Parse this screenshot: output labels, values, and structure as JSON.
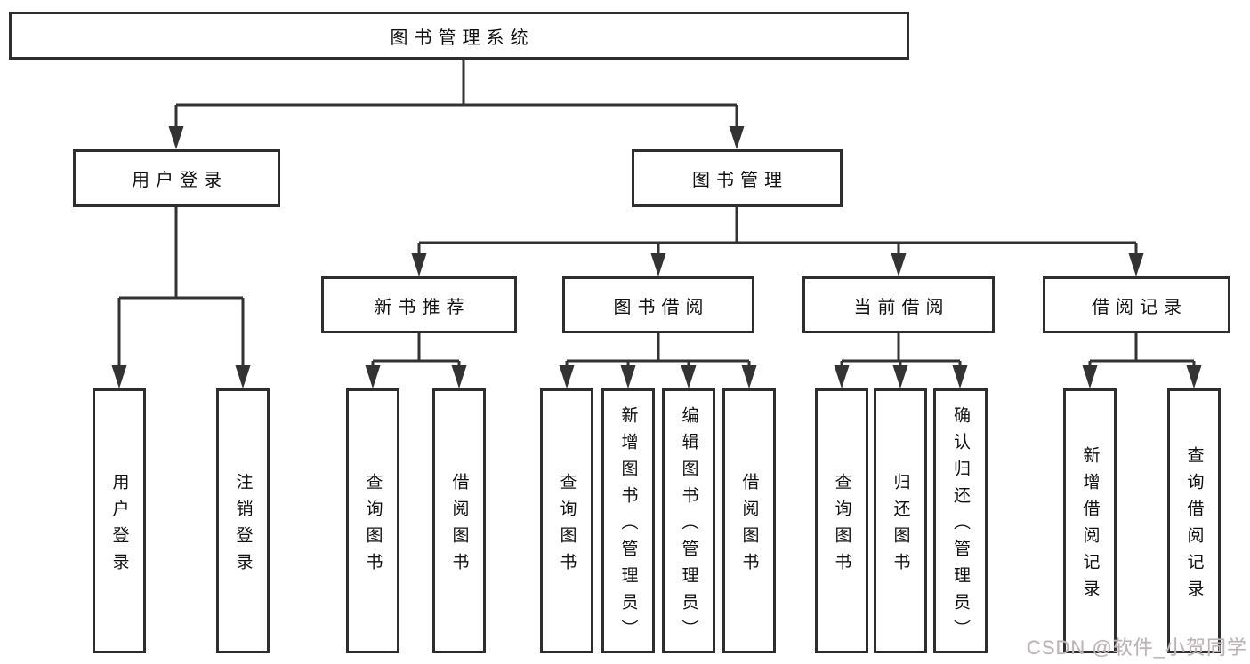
{
  "nodes": {
    "root": "图书管理系统",
    "level2": [
      "用户登录",
      "图书管理"
    ],
    "level3": [
      "新书推荐",
      "图书借阅",
      "当前借阅",
      "借阅记录"
    ],
    "leaves_user": [
      "用户登录",
      "注销登录"
    ],
    "leaves_newbook": [
      "查询图书",
      "借阅图书"
    ],
    "leaves_borrow": [
      "查询图书",
      "新增图书（管理员）",
      "编辑图书（管理员）",
      "借阅图书"
    ],
    "leaves_current": [
      "查询图书",
      "归还图书",
      "确认归还（管理员）"
    ],
    "leaves_records": [
      "新增借阅记录",
      "查询借阅记录"
    ]
  },
  "watermark": "CSDN @软件_小贺同学",
  "colors": {
    "line": "#333333",
    "border": "#2e2e2e",
    "text": "#111111",
    "watermark": "#bcb5b8"
  }
}
